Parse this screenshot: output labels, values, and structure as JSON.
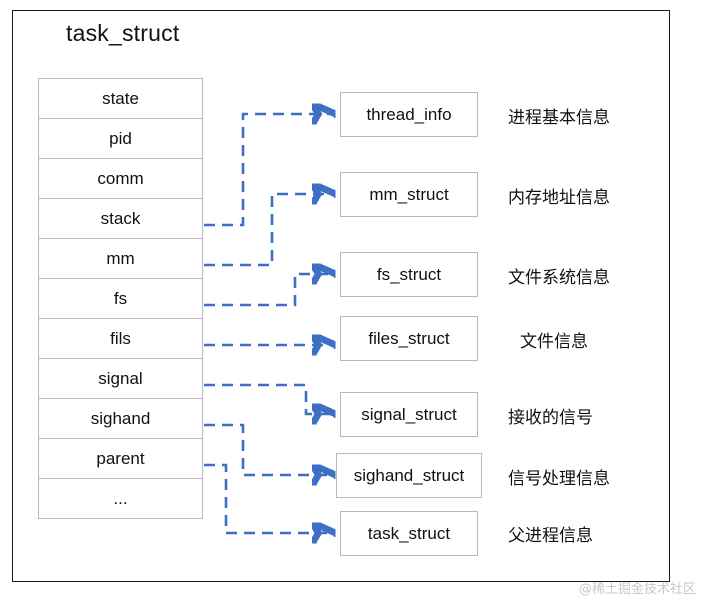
{
  "diagram": {
    "title": "task_struct",
    "type": "structure-pointer-diagram",
    "frame_border_color": "#1a1a1a",
    "connector_color": "#3d6fc4",
    "box_border_color": "#b9b9b9",
    "text_color": "#111111"
  },
  "struct_table": {
    "name": "task_struct",
    "fields": [
      {
        "label": "state"
      },
      {
        "label": "pid"
      },
      {
        "label": "comm"
      },
      {
        "label": "stack"
      },
      {
        "label": "mm"
      },
      {
        "label": "fs"
      },
      {
        "label": "fils"
      },
      {
        "label": "signal"
      },
      {
        "label": "sighand"
      },
      {
        "label": "parent"
      },
      {
        "label": "..."
      }
    ]
  },
  "targets": [
    {
      "label": "thread_info",
      "note": "进程基本信息",
      "source_field": "stack"
    },
    {
      "label": "mm_struct",
      "note": "内存地址信息",
      "source_field": "mm"
    },
    {
      "label": "fs_struct",
      "note": "文件系统信息",
      "source_field": "fs"
    },
    {
      "label": "files_struct",
      "note": "文件信息",
      "source_field": "fils"
    },
    {
      "label": "signal_struct",
      "note": "接收的信号",
      "source_field": "signal"
    },
    {
      "label": "sighand_struct",
      "note": "信号处理信息",
      "source_field": "sighand"
    },
    {
      "label": "task_struct",
      "note": "父进程信息",
      "source_field": "parent"
    }
  ],
  "watermark": {
    "text": "@稀土掘金技术社区"
  }
}
